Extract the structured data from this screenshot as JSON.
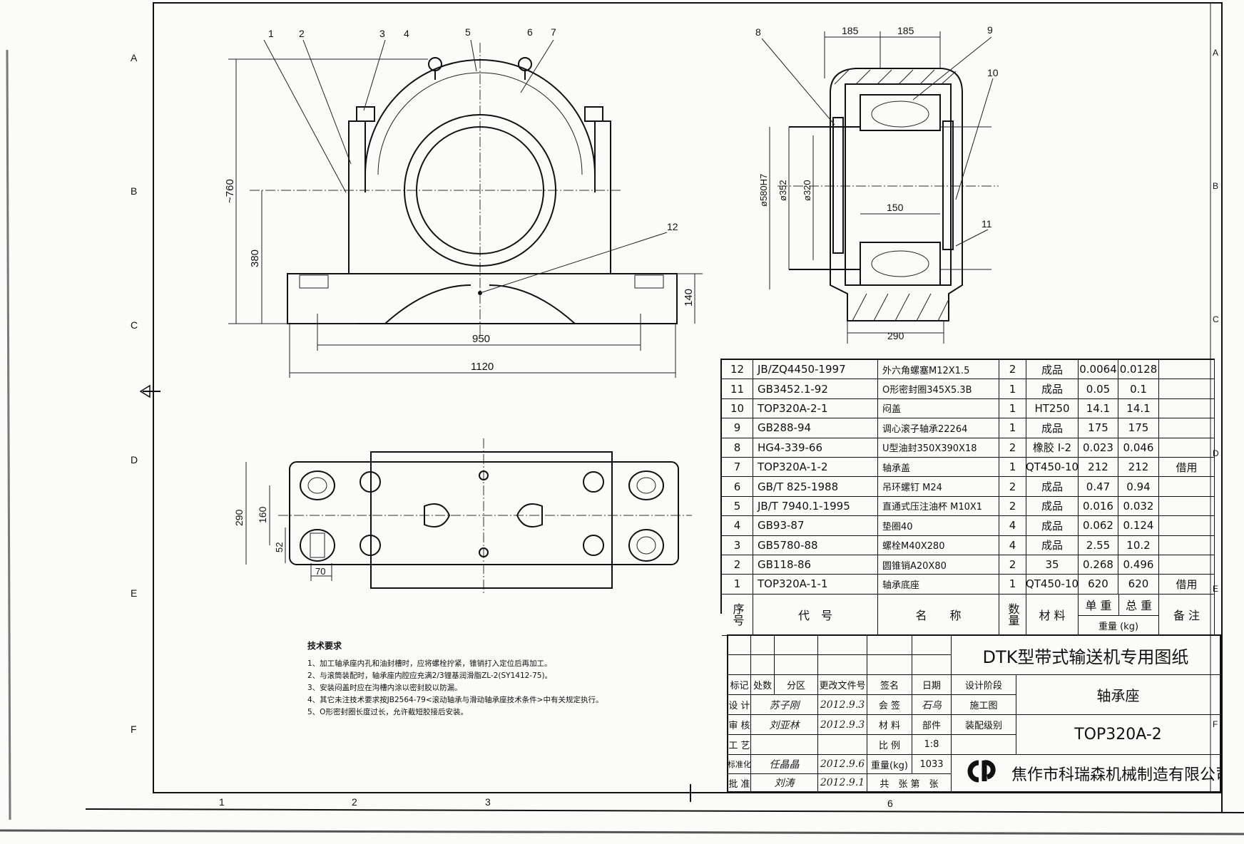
{
  "front_view": {
    "balloons": [
      "1",
      "2",
      "3",
      "4",
      "5",
      "6",
      "7",
      "12"
    ],
    "dims": {
      "height_total": "~760",
      "center_height": "380",
      "base_height": "140",
      "bolt_span": "950",
      "base_length": "1120"
    }
  },
  "section_view": {
    "balloons": [
      "8",
      "9",
      "10",
      "11"
    ],
    "dims": {
      "half_width_left": "185",
      "half_width_right": "185",
      "bore": "ø580H7",
      "seal_od": "ø352",
      "shaft": "ø320",
      "bearing_width": "150",
      "base_width": "290"
    }
  },
  "plan_view": {
    "dims": {
      "width": "290",
      "bolt_spacing": "160",
      "slot_offset": "52",
      "slot_length": "70"
    }
  },
  "zones": {
    "rows": [
      "A",
      "B",
      "C",
      "D",
      "E",
      "F"
    ],
    "cols": [
      "1",
      "2",
      "3",
      "6"
    ]
  },
  "tech_requirements": {
    "title": "技术要求",
    "items": [
      "1、加工轴承座内孔和油封槽时，应将螺栓拧紧，锥销打入定位后再加工。",
      "2、与滚筒装配时，轴承座内腔应充满2/3锂基润滑脂ZL-2(SY1412-75)。",
      "3、安装闷盖时应在沟槽内涂以密封胶以防漏。",
      "4、其它未注技术要求按JB2564-79<滚动轴承与滑动轴承座技术条件>中有关规定执行。",
      "5、O形密封圈长度过长，允许截短胶接后安装。"
    ]
  },
  "parts_table": {
    "headers": {
      "no": "序号",
      "code": "代　号",
      "name": "名　　称",
      "qty": "数量",
      "material": "材 料",
      "unit_weight": "单 重",
      "total_weight": "总 重",
      "weight_group": "重量 (kg)",
      "remark": "备 注"
    },
    "rows": [
      [
        "12",
        "JB/ZQ4450-1997",
        "外六角螺塞M12X1.5",
        "2",
        "成品",
        "0.0064",
        "0.0128",
        ""
      ],
      [
        "11",
        "GB3452.1-92",
        "O形密封圈345X5.3B",
        "1",
        "成品",
        "0.05",
        "0.1",
        ""
      ],
      [
        "10",
        "TOP320A-2-1",
        "闷盖",
        "1",
        "HT250",
        "14.1",
        "14.1",
        ""
      ],
      [
        "9",
        "GB288-94",
        "调心滚子轴承22264",
        "1",
        "成品",
        "175",
        "175",
        ""
      ],
      [
        "8",
        "HG4-339-66",
        "U型油封350X390X18",
        "2",
        "橡胶 I-2",
        "0.023",
        "0.046",
        ""
      ],
      [
        "7",
        "TOP320A-1-2",
        "轴承盖",
        "1",
        "QT450-10",
        "212",
        "212",
        "借用"
      ],
      [
        "6",
        "GB/T 825-1988",
        "吊环螺钉 M24",
        "2",
        "成品",
        "0.47",
        "0.94",
        ""
      ],
      [
        "5",
        "JB/T 7940.1-1995",
        "直通式压注油杯 M10X1",
        "2",
        "成品",
        "0.016",
        "0.032",
        ""
      ],
      [
        "4",
        "GB93-87",
        "垫圈40",
        "4",
        "成品",
        "0.062",
        "0.124",
        ""
      ],
      [
        "3",
        "GB5780-88",
        "螺栓M40X280",
        "4",
        "成品",
        "2.55",
        "10.2",
        ""
      ],
      [
        "2",
        "GB118-86",
        "圆锥销A20X80",
        "2",
        "35",
        "0.268",
        "0.496",
        ""
      ],
      [
        "1",
        "TOP320A-1-1",
        "轴承底座",
        "1",
        "QT450-10",
        "620",
        "620",
        "借用"
      ]
    ]
  },
  "title_block": {
    "project": "DTK型带式输送机专用图纸",
    "part_name": "轴承座",
    "drawing_no": "TOP320A-2",
    "company": "焦作市科瑞森机械制造有限公司",
    "logo_text": "CP",
    "hdr": {
      "mark": "标记",
      "count": "处数",
      "zone": "分区",
      "change_doc": "更改文件号",
      "sign": "签名",
      "date": "日期",
      "stage": "设计阶段"
    },
    "design": {
      "label": "设 计",
      "sig": "苏子刚",
      "date": "2012.9.3",
      "cosign_label": "会 签",
      "cosign_sig": "石鸟",
      "stage_value": "施工图"
    },
    "review": {
      "label": "审 核",
      "sig": "刘亚林",
      "date": "2012.9.3",
      "material_label": "材 料",
      "material_value": "部件",
      "assembly_label": "装配级别"
    },
    "process": {
      "label": "工 艺",
      "scale_label": "比 例",
      "scale_value": "1:8"
    },
    "standard": {
      "label": "标准化",
      "sig": "任晶晶",
      "date": "2012.9.6",
      "weight_label": "重量(kg)",
      "weight_value": "1033"
    },
    "approve": {
      "label": "批 准",
      "sig": "刘涛",
      "date": "2012.9.1",
      "sheets": "共　张 第　张"
    }
  }
}
